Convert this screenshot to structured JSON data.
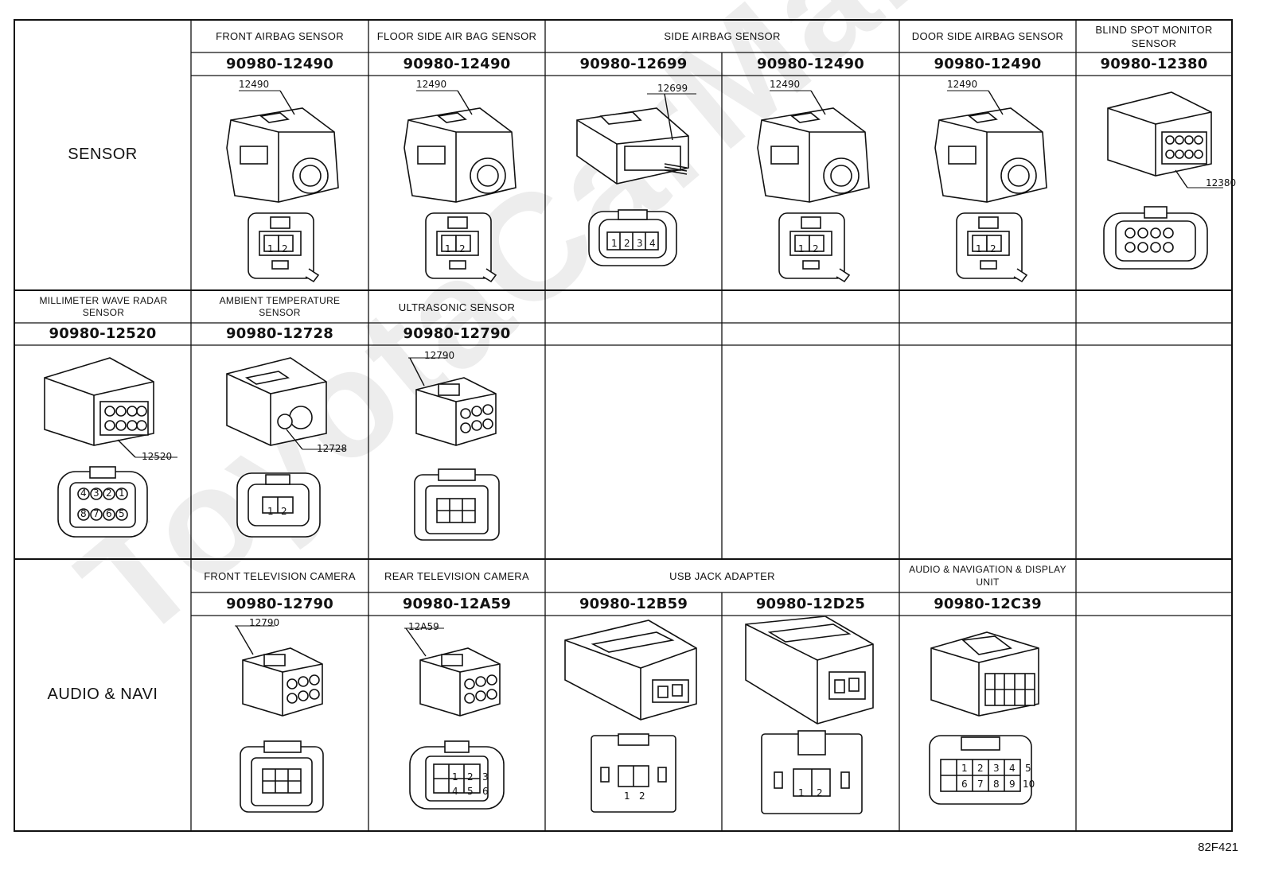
{
  "groups": {
    "sensor": "SENSOR",
    "audio_navi": "AUDIO & NAVI"
  },
  "row1": {
    "labels": [
      "FRONT AIRBAG SENSOR",
      "FLOOR SIDE AIR BAG SENSOR",
      "SIDE AIRBAG SENSOR",
      "DOOR SIDE AIRBAG SENSOR",
      "BLIND SPOT MONITOR SENSOR"
    ],
    "parts": [
      "90980-12490",
      "90980-12490",
      "90980-12699",
      "90980-12490",
      "90980-12490",
      "90980-12380"
    ],
    "callouts": [
      "12490",
      "12490",
      "12699",
      "12490",
      "12490",
      "12380"
    ]
  },
  "row2": {
    "labels": [
      "MILLIMETER WAVE RADAR SENSOR",
      "AMBIENT TEMPERATURE SENSOR",
      "ULTRASONIC SENSOR"
    ],
    "parts": [
      "90980-12520",
      "90980-12728",
      "90980-12790"
    ],
    "callouts": [
      "12520",
      "12728",
      "12790"
    ]
  },
  "row3": {
    "labels": [
      "FRONT TELEVISION CAMERA",
      "REAR TELEVISION CAMERA",
      "USB JACK ADAPTER",
      "AUDIO & NAVIGATION & DISPLAY UNIT"
    ],
    "parts": [
      "90980-12790",
      "90980-12A59",
      "90980-12B59",
      "90980-12D25",
      "90980-12C39"
    ],
    "callouts": [
      "12790",
      "12A59"
    ]
  },
  "pins": {
    "two": [
      "1",
      "2"
    ],
    "four": [
      "1",
      "2",
      "3",
      "4"
    ],
    "eight_top": [
      "4",
      "3",
      "2",
      "1"
    ],
    "eight_bottom": [
      "8",
      "7",
      "6",
      "5"
    ],
    "six_top": [
      "1",
      "2",
      "3"
    ],
    "six_bottom": [
      "4",
      "5",
      "6"
    ],
    "ten_top": [
      "1",
      "2",
      "3",
      "4",
      "5"
    ],
    "ten_bottom": [
      "6",
      "7",
      "8",
      "9",
      "10"
    ]
  },
  "footer_code": "82F421",
  "watermark": "ToyotaCarManuals.net"
}
